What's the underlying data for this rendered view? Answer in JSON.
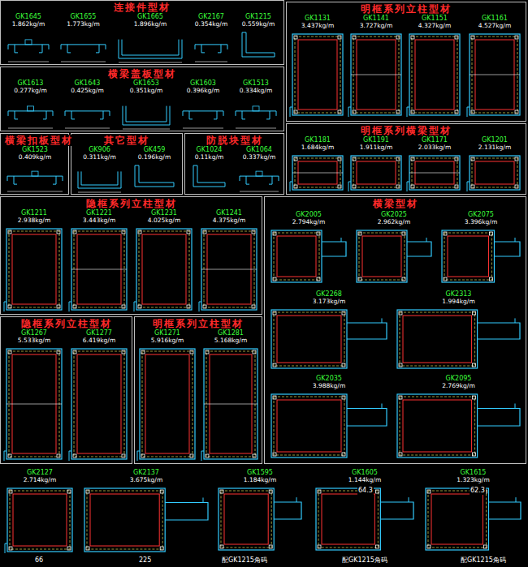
{
  "diagram": {
    "nodes": [
      {
        "text": [
          "连接件型材"
        ]
      },
      {
        "text": [
          "GK1645",
          "1.862kg/m"
        ],
        "in": 0
      },
      {
        "text": [
          "GK1655",
          "1.773kg/m"
        ],
        "in": 0
      },
      {
        "text": [
          "GK1665",
          "1.896kg/m"
        ],
        "in": 0
      },
      {
        "text": [
          "GK2167",
          "0.354kg/m"
        ],
        "in": 0
      },
      {
        "text": [
          "GK1215",
          "0.559kg/m"
        ],
        "in": 0
      },
      {
        "text": [
          "横梁盖板型材"
        ]
      },
      {
        "text": [
          "GK1613",
          "0.277kg/m"
        ],
        "in": 6
      },
      {
        "text": [
          "GK1643",
          "0.425kg/m"
        ],
        "in": 6
      },
      {
        "text": [
          "GK1653",
          "0.351kg/m"
        ],
        "in": 6
      },
      {
        "text": [
          "GK1603",
          "0.396kg/m"
        ],
        "in": 6
      },
      {
        "text": [
          "GK1513",
          "0.334kg/m"
        ],
        "in": 6
      },
      {
        "text": [
          "横梁扣板型材"
        ]
      },
      {
        "text": [
          "GK1523",
          "0.409kg/m"
        ],
        "in": 12
      },
      {
        "text": [
          "其它型材"
        ]
      },
      {
        "text": [
          "GK906",
          "0.311kg/m"
        ],
        "in": 14
      },
      {
        "text": [
          "GK459",
          "0.196kg/m"
        ],
        "in": 14
      },
      {
        "text": [
          "防脱块型材"
        ]
      },
      {
        "text": [
          "GK1024",
          "0.11kg/m"
        ],
        "in": 17
      },
      {
        "text": [
          "GK1064",
          "0.337kg/m"
        ],
        "in": 17
      },
      {
        "text": [
          "明框系列立柱型材"
        ]
      },
      {
        "text": [
          "GK1131",
          "3.437kg/m"
        ],
        "in": 20
      },
      {
        "text": [
          "GK1141",
          "3.727kg/m"
        ],
        "in": 20
      },
      {
        "text": [
          "GK1151",
          "4.327kg/m"
        ],
        "in": 20
      },
      {
        "text": [
          "GK1161",
          "4.527kg/m"
        ],
        "in": 20
      },
      {
        "text": [
          "明框系列横梁型材"
        ]
      },
      {
        "text": [
          "GK1181",
          "1.684kg/m"
        ],
        "in": 25
      },
      {
        "text": [
          "GK1191",
          "1.911kg/m"
        ],
        "in": 25
      },
      {
        "text": [
          "GK1171",
          "2.033kg/m"
        ],
        "in": 25
      },
      {
        "text": [
          "GK1201",
          "2.131kg/m"
        ],
        "in": 25
      },
      {
        "text": [
          "隐框系列立柱型材"
        ]
      },
      {
        "text": [
          "GK1211",
          "2.938kg/m"
        ],
        "in": 30
      },
      {
        "text": [
          "GK1221",
          "3.443kg/m"
        ],
        "in": 30
      },
      {
        "text": [
          "GK1231",
          "4.025kg/m"
        ],
        "in": 30
      },
      {
        "text": [
          "GK1241",
          "4.375kg/m"
        ],
        "in": 30
      },
      {
        "text": [
          "横梁型材"
        ]
      },
      {
        "text": [
          "GK2005",
          "2.794kg/m"
        ],
        "in": 35
      },
      {
        "text": [
          "GK2025",
          "2.962kg/m"
        ],
        "in": 35
      },
      {
        "text": [
          "GK2075",
          "3.396kg/m"
        ],
        "in": 35
      },
      {
        "text": [
          "GK2268",
          "3.173kg/m"
        ],
        "in": 35
      },
      {
        "text": [
          "GK2313",
          "1.994kg/m"
        ],
        "in": 35
      },
      {
        "text": [
          "GK2035",
          "3.988kg/m"
        ],
        "in": 35
      },
      {
        "text": [
          "GK2095",
          "2.769kg/m"
        ],
        "in": 35
      },
      {
        "text": [
          "隐框系列立柱型材"
        ]
      },
      {
        "text": [
          "GK1267",
          "5.533kg/m"
        ],
        "in": 43
      },
      {
        "text": [
          "GK1277",
          "6.419kg/m"
        ],
        "in": 43
      },
      {
        "text": [
          "明框系列立柱型材"
        ]
      },
      {
        "text": [
          "GK1271",
          "5.916kg/m"
        ],
        "in": 46
      },
      {
        "text": [
          "GK1281",
          "5.168kg/m"
        ],
        "in": 46
      },
      {
        "text": [
          "GK2127",
          "2.714kg/m"
        ]
      },
      {
        "text": [
          "GK2137",
          "3.675kg/m"
        ]
      },
      {
        "text": [
          "GK1595",
          "1.184kg/m"
        ]
      },
      {
        "text": [
          "GK1605",
          "1.144kg/m"
        ]
      },
      {
        "text": [
          "GK1615",
          "1.323kg/m"
        ]
      }
    ],
    "labels": [
      "66",
      "225",
      "64.3",
      "62.3",
      "配GK1215角码",
      "配GK1215角码",
      "配GK1215角码"
    ]
  }
}
